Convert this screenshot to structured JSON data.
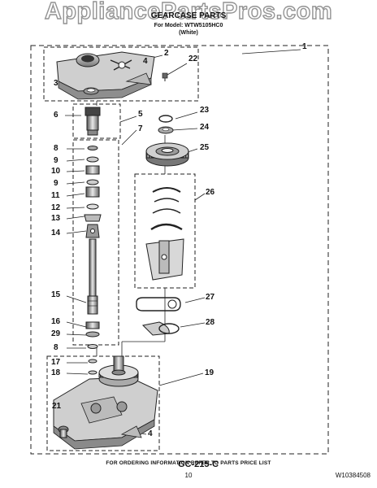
{
  "watermark": "AppliancePartsPros.com",
  "header": {
    "title": "GEARCASE PARTS",
    "model": "For Model: WTW5105HC0",
    "color": "(White)"
  },
  "callouts": [
    "1",
    "2",
    "22",
    "4",
    "3",
    "6",
    "5",
    "7",
    "23",
    "24",
    "25",
    "8",
    "9",
    "10",
    "9",
    "11",
    "12",
    "13",
    "14",
    "26",
    "15",
    "27",
    "16",
    "29",
    "28",
    "8",
    "17",
    "18",
    "19",
    "21",
    "4"
  ],
  "diagram_code": "GC-215-C",
  "footer": {
    "order_note": "FOR ORDERING INFORMATION REFER TO PARTS PRICE LIST",
    "page_number": "10",
    "doc_number": "W10384508"
  }
}
